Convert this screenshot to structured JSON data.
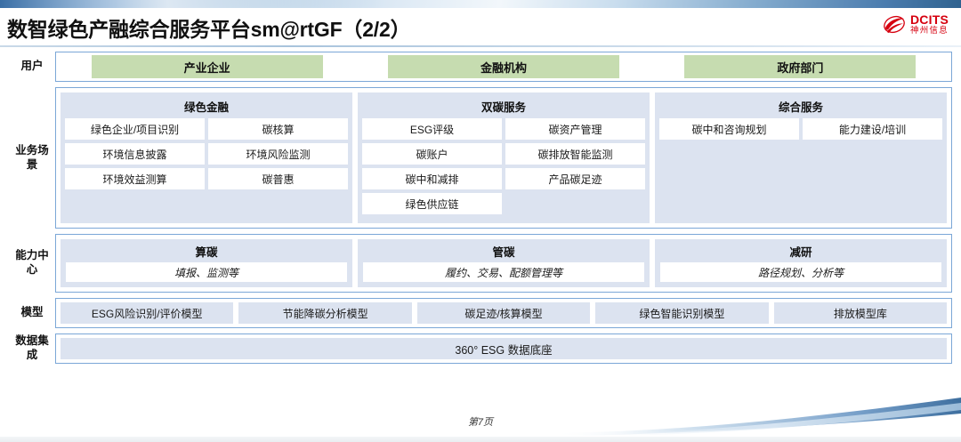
{
  "header": {
    "title": "数智绿色产融综合服务平台sm@rtGF（2/2）",
    "brand_name": "DCITS",
    "brand_sub": "神州信息",
    "brand_color": "#d6000f"
  },
  "colors": {
    "panel_blue": "#dce3f0",
    "user_green": "#c6dcb0",
    "border_blue": "#7ba7d7",
    "tile_white": "#ffffff"
  },
  "rows": {
    "user": {
      "label": "用户",
      "items": [
        "产业企业",
        "金融机构",
        "政府部门"
      ]
    },
    "scenario": {
      "label": "业务场景",
      "panels": [
        {
          "title": "绿色金融",
          "tiles": [
            "绿色企业/项目识别",
            "碳核算",
            "环境信息披露",
            "环境风险监测",
            "环境效益测算",
            "碳普惠"
          ]
        },
        {
          "title": "双碳服务",
          "tiles": [
            "ESG评级",
            "碳资产管理",
            "碳账户",
            "碳排放智能监测",
            "碳中和减排",
            "产品碳足迹",
            "绿色供应链"
          ]
        },
        {
          "title": "综合服务",
          "tiles": [
            "碳中和咨询规划",
            "能力建设/培训"
          ]
        }
      ]
    },
    "capability": {
      "label": "能力中心",
      "panels": [
        {
          "title": "算碳",
          "subtitle": "填报、监测等"
        },
        {
          "title": "管碳",
          "subtitle": "履约、交易、配额管理等"
        },
        {
          "title": "减研",
          "subtitle": "路径规划、分析等"
        }
      ]
    },
    "model": {
      "label": "模型",
      "items": [
        "ESG风险识别/评价模型",
        "节能降碳分析模型",
        "碳足迹/核算模型",
        "绿色智能识别模型",
        "排放模型库"
      ]
    },
    "data": {
      "label": "数据集成",
      "bar": "360° ESG 数据底座"
    }
  },
  "footer": {
    "page_note": "第7页"
  }
}
